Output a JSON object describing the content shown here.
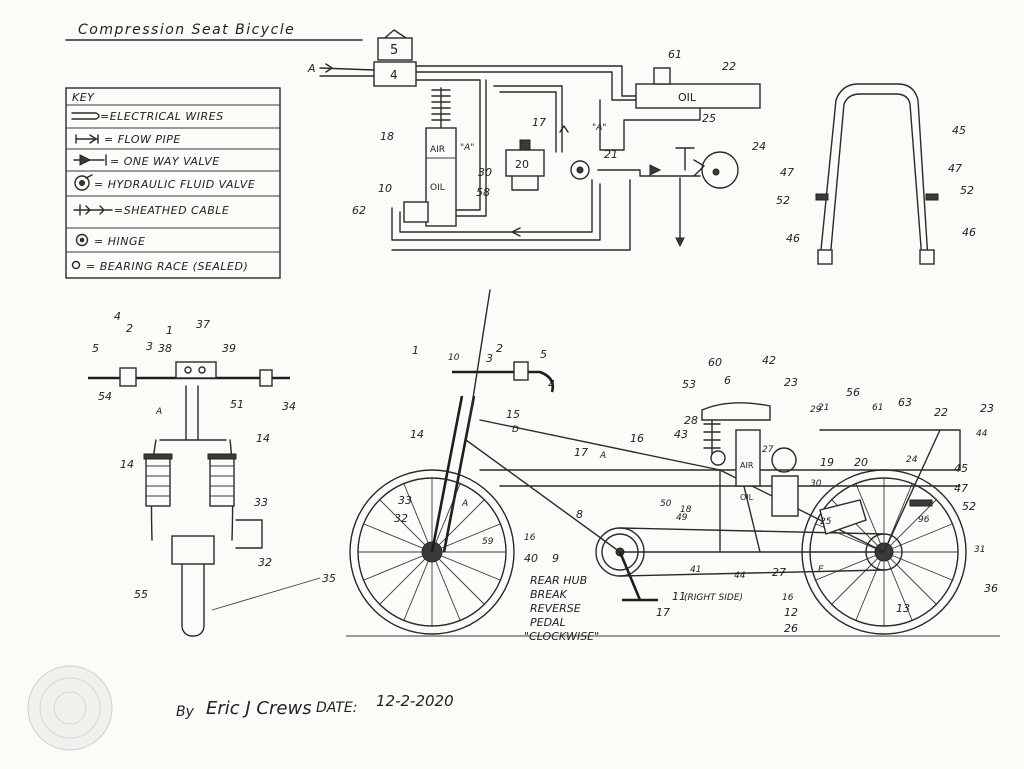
{
  "title": "Compression Seat Bicycle",
  "key": {
    "heading": "KEY",
    "items": [
      {
        "icon": "electrical-wire-symbol",
        "label": "=ELECTRICAL WIRES"
      },
      {
        "icon": "flow-pipe-symbol",
        "label": "= FLOW PIPE"
      },
      {
        "icon": "one-way-valve-symbol",
        "label": "= ONE WAY VALVE"
      },
      {
        "icon": "hydraulic-valve-symbol",
        "label": "= HYDRAULIC FLUID VALVE"
      },
      {
        "icon": "sheathed-cable-symbol",
        "label": "=SHEATHED CABLE"
      },
      {
        "icon": "hinge-symbol",
        "label": "= HINGE"
      },
      {
        "icon": "bearing-race-symbol",
        "label": "= BEARING RACE (SEALED)"
      }
    ]
  },
  "schematic": {
    "box_5": "5",
    "box_4": "4",
    "tank_oil_label": "OIL",
    "cyl_air": "AIR",
    "cyl_oil": "OIL",
    "box_20": "20",
    "marker_a": "\"A\"",
    "callouts": [
      "61",
      "22",
      "17",
      "25",
      "24",
      "18",
      "30",
      "58",
      "21",
      "10",
      "62",
      "A"
    ]
  },
  "seat_frame": {
    "callouts": [
      "45",
      "47",
      "52",
      "46",
      "47",
      "52",
      "46"
    ]
  },
  "front_view": {
    "callouts": [
      "4",
      "2",
      "1",
      "37",
      "5",
      "38",
      "3",
      "39",
      "54",
      "51",
      "34",
      "A",
      "14",
      "14",
      "33",
      "32",
      "55",
      "35"
    ]
  },
  "side_view": {
    "callouts": [
      "1",
      "2",
      "5",
      "10",
      "3",
      "4",
      "60",
      "42",
      "6",
      "53",
      "23",
      "56",
      "21",
      "61",
      "63",
      "22",
      "23",
      "44",
      "14",
      "15",
      "D",
      "28",
      "43",
      "27",
      "16",
      "A",
      "17",
      "19",
      "20",
      "24",
      "45",
      "47",
      "33",
      "32",
      "59",
      "A",
      "8",
      "50",
      "49",
      "18",
      "31",
      "29",
      "30",
      "52",
      "96",
      "16",
      "40",
      "9",
      "11",
      "41",
      "44",
      "27",
      "E",
      "25",
      "13",
      "36",
      "12",
      "26",
      "16",
      "17"
    ],
    "right_side": "(RIGHT SIDE)",
    "note_lines": [
      "REAR HUB",
      "BREAK",
      "REVERSE",
      "PEDAL",
      "\"CLOCKWISE\""
    ],
    "mini_labels": {
      "air": "AIR",
      "oil": "OIL"
    }
  },
  "signature": {
    "by": "By",
    "name": "Eric J Crews",
    "date_label": "DATE:",
    "date": "12-2-2020"
  }
}
